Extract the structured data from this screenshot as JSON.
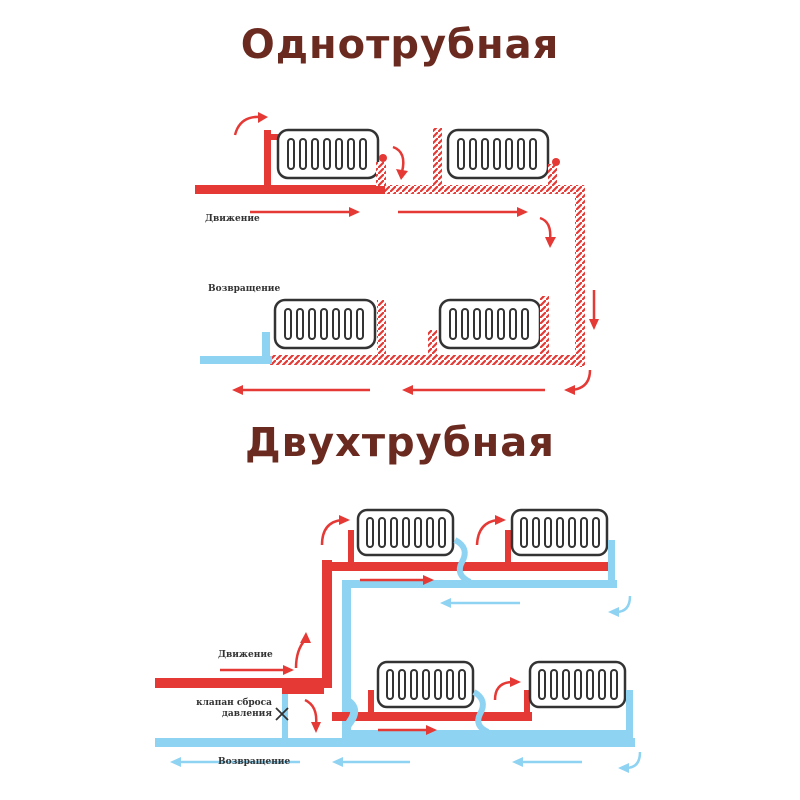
{
  "one_pipe": {
    "title": "Однотрубная",
    "supply_label": "Движение",
    "return_label": "Возвращение"
  },
  "two_pipe": {
    "title": "Двухтрубная",
    "supply_label": "Движение",
    "return_label": "Возвращение",
    "valve_label": "клапан сброса\nдавления"
  },
  "colors": {
    "title": "#6b2a20",
    "hot": "#e53935",
    "cold": "#8fd3f2",
    "radiator_outline": "#333333"
  }
}
